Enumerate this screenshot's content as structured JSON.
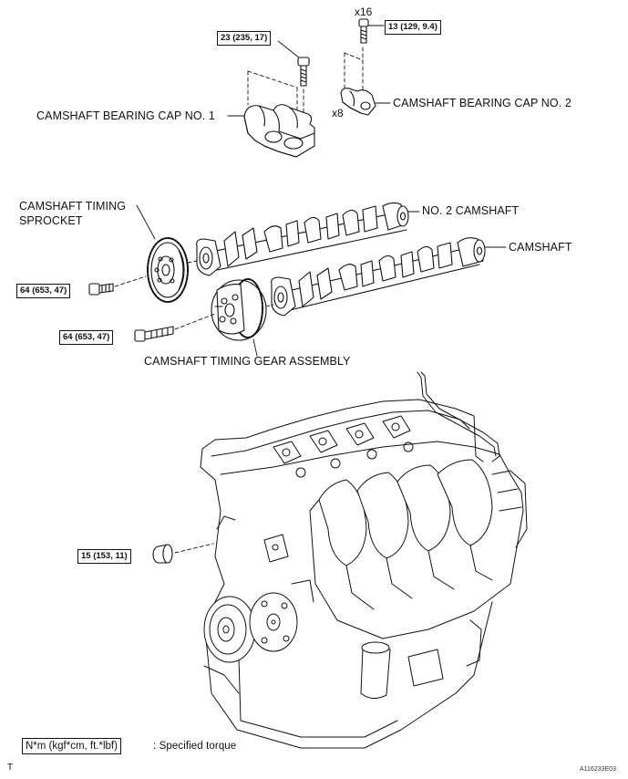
{
  "labels": {
    "bearing_cap_1": "CAMSHAFT BEARING CAP NO. 1",
    "bearing_cap_2": "CAMSHAFT BEARING CAP NO. 2",
    "no2_camshaft": "NO. 2 CAMSHAFT",
    "camshaft": "CAMSHAFT",
    "sprocket_line1": "CAMSHAFT TIMING",
    "sprocket_line2": "SPROCKET",
    "gear_assembly": "CAMSHAFT TIMING GEAR ASSEMBLY"
  },
  "torques": {
    "cap1_bolt": "23 (235, 17)",
    "cap2_bolt": "13 (129, 9.4)",
    "sprocket_bolt": "64 (653, 47)",
    "gear_bolt": "64 (653, 47)",
    "plug": "15 (153, 11)"
  },
  "quantities": {
    "cap2_bolts": "x16",
    "cap2_caps": "x8"
  },
  "legend": {
    "unit_box": "N*m (kgf*cm, ft.*lbf)",
    "text": ": Specified torque"
  },
  "footer": {
    "corner_mark": "T",
    "figure_id": "A116233E03"
  }
}
